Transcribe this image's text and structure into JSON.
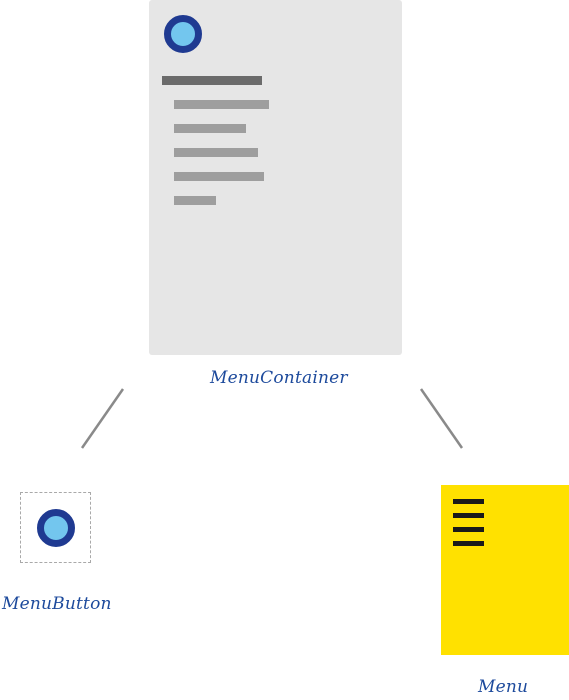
{
  "labels": {
    "container": "MenuContainer",
    "button": "MenuButton",
    "menu": "Menu"
  },
  "colors": {
    "panel_bg": "#e6e6e6",
    "avatar_ring": "#1f3a91",
    "avatar_fill": "#73c6ee",
    "header_bar": "#6b6b6b",
    "item_bar": "#9e9e9e",
    "menu_bg": "#ffe100",
    "menu_lines": "#1a1a1a",
    "label_text": "#1d4a9c",
    "connector": "#8a8a8a"
  },
  "icons": {
    "avatar": "avatar-circle-icon",
    "menu": "hamburger-menu-icon"
  }
}
